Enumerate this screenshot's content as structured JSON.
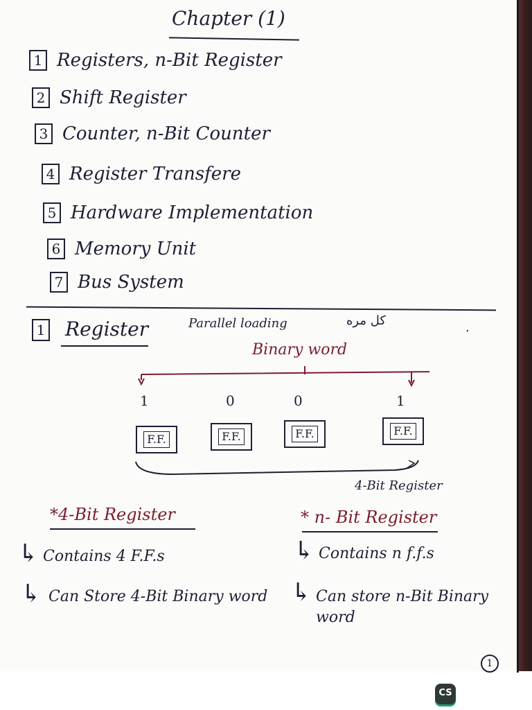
{
  "title": "Chapter (1)",
  "toc": [
    {
      "num": "1",
      "label": "Registers, n-Bit Register"
    },
    {
      "num": "2",
      "label": "Shift Register"
    },
    {
      "num": "3",
      "label": "Counter, n-Bit Counter"
    },
    {
      "num": "4",
      "label": "Register Transfere"
    },
    {
      "num": "5",
      "label": "Hardware Implementation"
    },
    {
      "num": "6",
      "label": "Memory Unit"
    },
    {
      "num": "7",
      "label": "Bus System"
    }
  ],
  "section": {
    "num": "1",
    "title": "Register",
    "note": "Parallel loading",
    "arabic_note": "كل مره",
    "binary_word_label": "Binary word",
    "bits": [
      "1",
      "0",
      "0",
      "1"
    ],
    "ff_label": "F.F.",
    "register_caption": "4-Bit Register"
  },
  "left_column": {
    "heading": "*4-Bit Register",
    "items": [
      "Contains 4 F.F.s",
      "Can Store 4-Bit Binary word"
    ]
  },
  "right_column": {
    "heading": "* n- Bit Register",
    "items": [
      "Contains n f.f.s",
      "Can store n-Bit Binary word"
    ]
  },
  "page_number": "1",
  "badge": "CS",
  "colors": {
    "ink": "#1d1f33",
    "red_ink": "#7a1e2e",
    "paper": "#fbfbf9"
  }
}
